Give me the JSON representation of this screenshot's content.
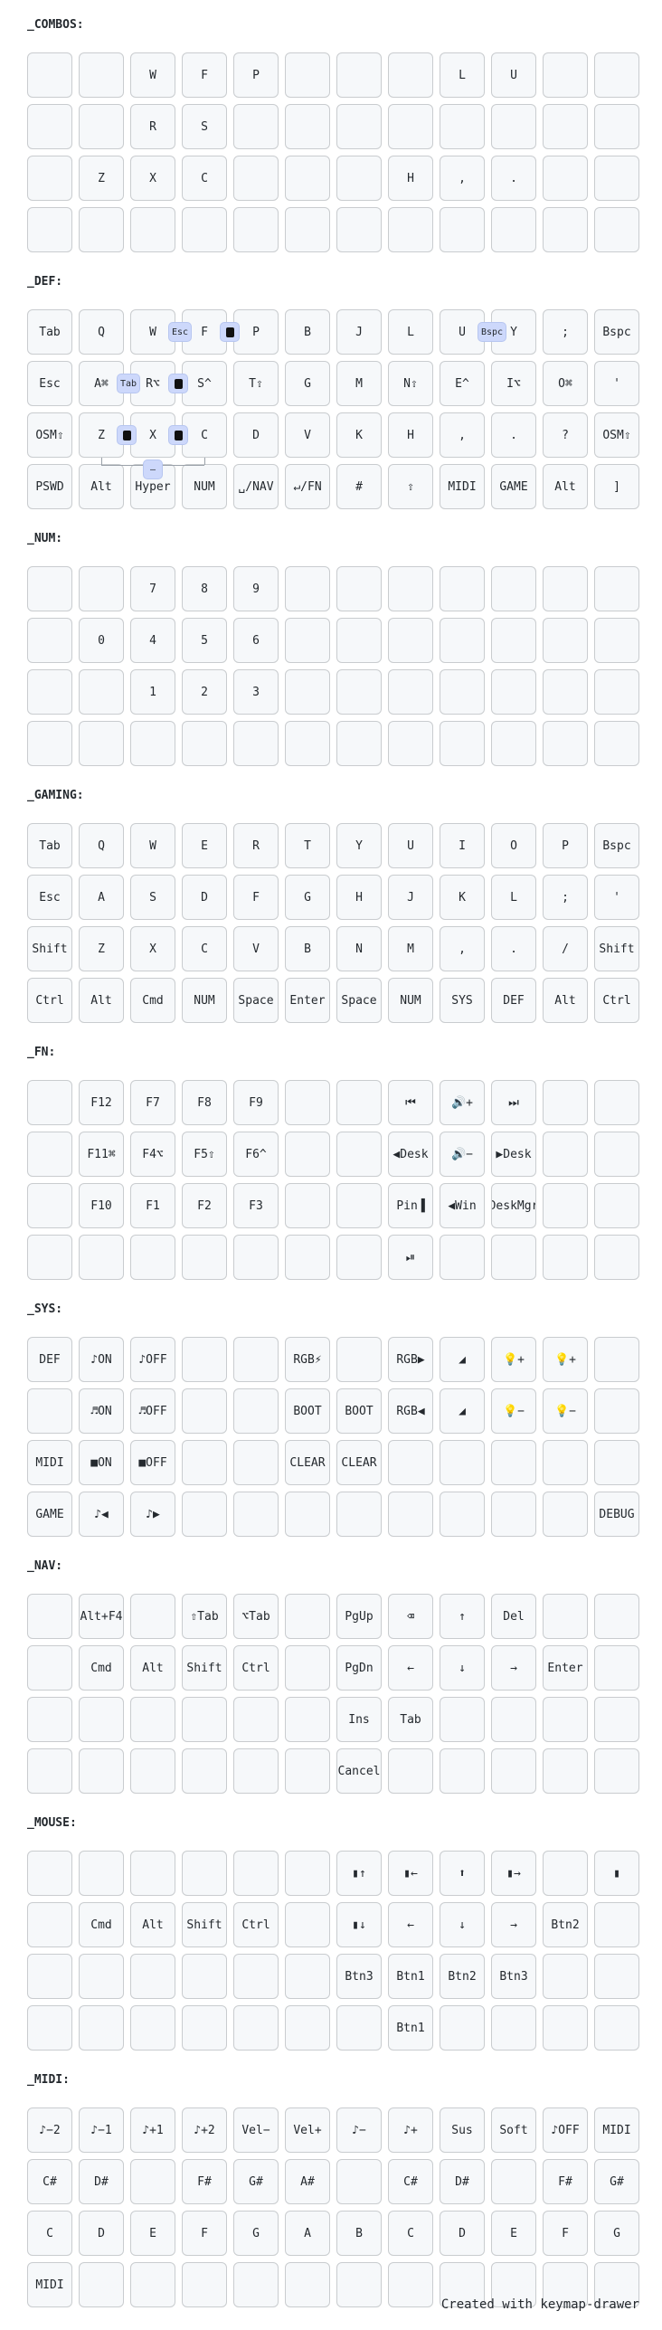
{
  "layers": [
    {
      "id": "combos",
      "title": "_COMBOS:",
      "rows": [
        [
          "",
          "",
          "W",
          "F",
          "P",
          "",
          "",
          "",
          "L",
          "U",
          "",
          ""
        ],
        [
          "",
          "",
          "R",
          "S",
          "",
          "",
          "",
          "",
          "",
          "",
          "",
          ""
        ],
        [
          "",
          "Z",
          "X",
          "C",
          "",
          "",
          "",
          "H",
          ",",
          ".",
          "",
          ""
        ],
        [
          "",
          "",
          "",
          "",
          "",
          "",
          "",
          "",
          "",
          "",
          "",
          ""
        ]
      ]
    },
    {
      "id": "def",
      "title": "_DEF:",
      "rows": [
        [
          "Tab",
          "Q",
          "W",
          "F",
          "P",
          "B",
          "J",
          "L",
          "U",
          "Y",
          ";",
          "Bspc"
        ],
        [
          "Esc",
          "A⌘",
          "R⌥",
          "S^",
          "T⇧",
          "G",
          "M",
          "N⇧",
          "E^",
          "I⌥",
          "O⌘",
          "'"
        ],
        [
          "OSM⇧",
          "Z",
          "X",
          "C",
          "D",
          "V",
          "K",
          "H",
          ",",
          ".",
          "?",
          "OSM⇧"
        ],
        [
          "PSWD",
          "Alt",
          "Hyper",
          "NUM",
          "␣/NAV",
          "↵/FN",
          "#",
          "⇧",
          "MIDI",
          "GAME",
          "Alt",
          "]"
        ]
      ],
      "combos": [
        {
          "label": "Esc",
          "name": "combo-w-f"
        },
        {
          "label": "",
          "name": "combo-f-p",
          "icon": "clipboard-icon"
        },
        {
          "label": "Bspc",
          "name": "combo-u-y"
        },
        {
          "label": "Tab",
          "name": "combo-a-r"
        },
        {
          "label": "",
          "name": "combo-r-s",
          "icon": "link-icon"
        },
        {
          "label": "",
          "name": "combo-z-x",
          "icon": "cut-icon"
        },
        {
          "label": "",
          "name": "combo-x-c",
          "icon": "copy-icon"
        },
        {
          "label": "–",
          "name": "combo-z-c"
        }
      ]
    },
    {
      "id": "num",
      "title": "_NUM:",
      "rows": [
        [
          "",
          "",
          "7",
          "8",
          "9",
          "",
          "",
          "",
          "",
          "",
          "",
          ""
        ],
        [
          "",
          "0",
          "4",
          "5",
          "6",
          "",
          "",
          "",
          "",
          "",
          "",
          ""
        ],
        [
          "",
          "",
          "1",
          "2",
          "3",
          "",
          "",
          "",
          "",
          "",
          "",
          ""
        ],
        [
          "",
          "",
          "",
          "",
          "",
          "",
          "",
          "",
          "",
          "",
          "",
          ""
        ]
      ]
    },
    {
      "id": "gaming",
      "title": "_GAMING:",
      "rows": [
        [
          "Tab",
          "Q",
          "W",
          "E",
          "R",
          "T",
          "Y",
          "U",
          "I",
          "O",
          "P",
          "Bspc"
        ],
        [
          "Esc",
          "A",
          "S",
          "D",
          "F",
          "G",
          "H",
          "J",
          "K",
          "L",
          ";",
          "'"
        ],
        [
          "Shift",
          "Z",
          "X",
          "C",
          "V",
          "B",
          "N",
          "M",
          ",",
          ".",
          "/",
          "Shift"
        ],
        [
          "Ctrl",
          "Alt",
          "Cmd",
          "NUM",
          "Space",
          "Enter",
          "Space",
          "NUM",
          "SYS",
          "DEF",
          "Alt",
          "Ctrl"
        ]
      ]
    },
    {
      "id": "fn",
      "title": "_FN:",
      "rows": [
        [
          "",
          "F12",
          "F7",
          "F8",
          "F9",
          "",
          "",
          "⏮",
          "🔊+",
          "⏭",
          "",
          ""
        ],
        [
          "",
          "F11⌘",
          "F4⌥",
          "F5⇧",
          "F6^",
          "",
          "",
          "◀Desk",
          "🔊−",
          "▶Desk",
          "",
          ""
        ],
        [
          "",
          "F10",
          "F1",
          "F2",
          "F3",
          "",
          "",
          "Pin▐",
          "◀Win",
          "DeskMgr",
          "",
          ""
        ],
        [
          "",
          "",
          "",
          "",
          "",
          "",
          "",
          "⏯",
          "",
          "",
          "",
          ""
        ]
      ]
    },
    {
      "id": "sys",
      "title": "_SYS:",
      "rows": [
        [
          "DEF",
          "♪ON",
          "♪OFF",
          "",
          "",
          "RGB⚡",
          "",
          "RGB▶",
          "◢",
          "💡+",
          "💡+",
          ""
        ],
        [
          "",
          "♬ON",
          "♬OFF",
          "",
          "",
          "BOOT",
          "BOOT",
          "RGB◀",
          "◢",
          "💡−",
          "💡−",
          ""
        ],
        [
          "MIDI",
          "■ON",
          "■OFF",
          "",
          "",
          "CLEAR",
          "CLEAR",
          "",
          "",
          "",
          "",
          ""
        ],
        [
          "GAME",
          "♪◀",
          "♪▶",
          "",
          "",
          "",
          "",
          "",
          "",
          "",
          "",
          "DEBUG"
        ]
      ]
    },
    {
      "id": "nav",
      "title": "_NAV:",
      "rows": [
        [
          "",
          "Alt+F4",
          "",
          "⇧Tab",
          "⌥Tab",
          "",
          "PgUp",
          "⌫",
          "↑",
          "Del",
          "",
          ""
        ],
        [
          "",
          "Cmd",
          "Alt",
          "Shift",
          "Ctrl",
          "",
          "PgDn",
          "←",
          "↓",
          "→",
          "Enter",
          ""
        ],
        [
          "",
          "",
          "",
          "",
          "",
          "",
          "Ins",
          "Tab",
          "",
          "",
          "",
          ""
        ],
        [
          "",
          "",
          "",
          "",
          "",
          "",
          "Cancel",
          "",
          "",
          "",
          "",
          ""
        ]
      ]
    },
    {
      "id": "mouse",
      "title": "_MOUSE:",
      "rows": [
        [
          "",
          "",
          "",
          "",
          "",
          "",
          "▮↑",
          "▮←",
          "⬆",
          "▮→",
          "",
          "▮"
        ],
        [
          "",
          "Cmd",
          "Alt",
          "Shift",
          "Ctrl",
          "",
          "▮↓",
          "←",
          "↓",
          "→",
          "Btn2",
          ""
        ],
        [
          "",
          "",
          "",
          "",
          "",
          "",
          "Btn3",
          "Btn1",
          "Btn2",
          "Btn3",
          "",
          ""
        ],
        [
          "",
          "",
          "",
          "",
          "",
          "",
          "",
          "Btn1",
          "",
          "",
          "",
          ""
        ]
      ]
    },
    {
      "id": "midi",
      "title": "_MIDI:",
      "rows": [
        [
          "♪−2",
          "♪−1",
          "♪+1",
          "♪+2",
          "Vel−",
          "Vel+",
          "♪−",
          "♪+",
          "Sus",
          "Soft",
          "♪OFF",
          "MIDI"
        ],
        [
          "C#",
          "D#",
          "",
          "F#",
          "G#",
          "A#",
          "",
          "C#",
          "D#",
          "",
          "F#",
          "G#"
        ],
        [
          "C",
          "D",
          "E",
          "F",
          "G",
          "A",
          "B",
          "C",
          "D",
          "E",
          "F",
          "G"
        ],
        [
          "MIDI",
          "",
          "",
          "",
          "",
          "",
          "",
          "",
          "",
          "",
          "",
          ""
        ]
      ]
    }
  ],
  "footer": "Created with keymap-drawer"
}
